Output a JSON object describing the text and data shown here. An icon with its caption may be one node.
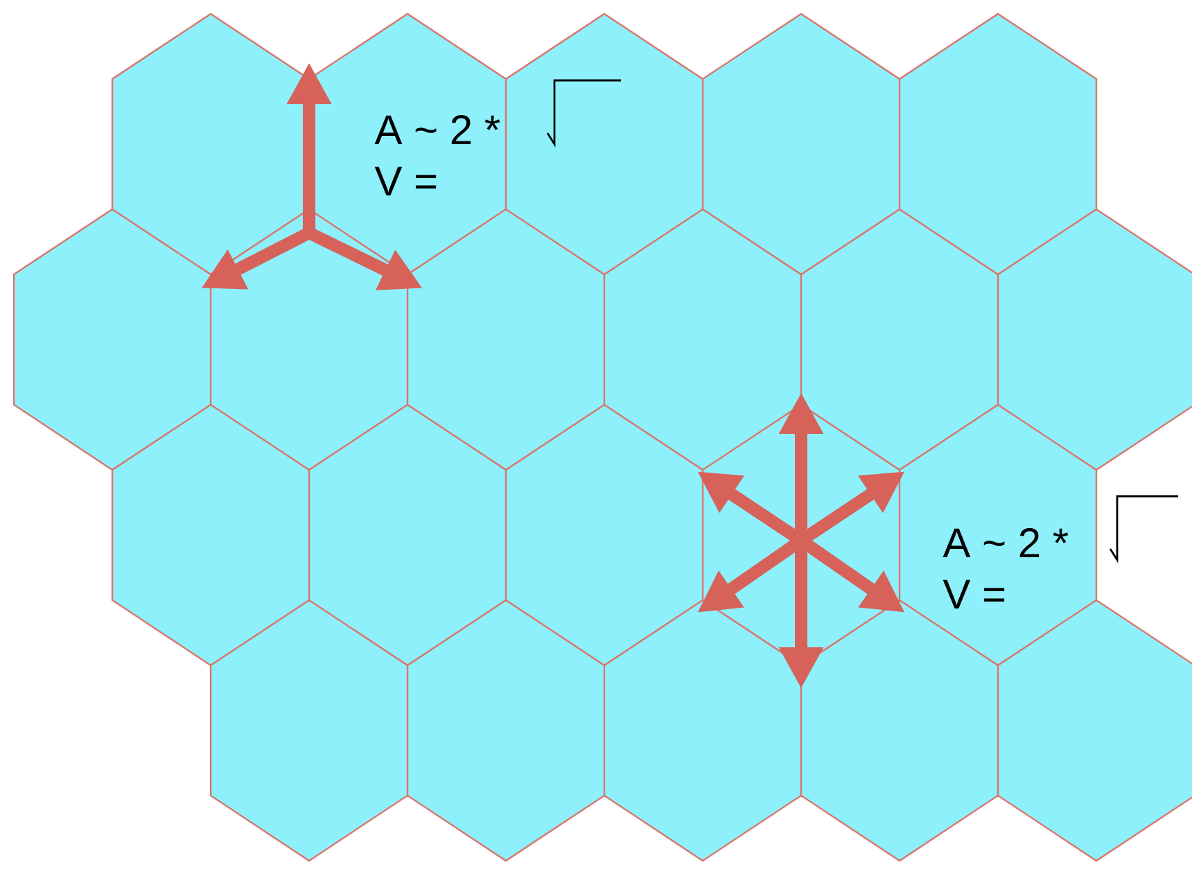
{
  "diagram": {
    "labels": [
      "A ~ 2 *",
      "V =",
      "A ~ 2 *",
      "V ="
    ]
  }
}
